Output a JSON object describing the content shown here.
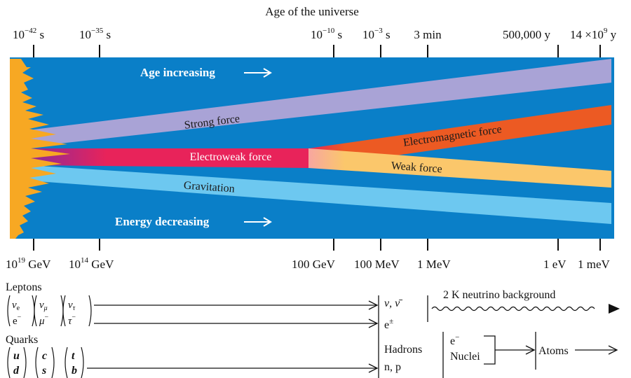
{
  "title": "Age of the universe",
  "top_ticks": [
    {
      "base": "10",
      "exp": "−42",
      "unit": " s"
    },
    {
      "base": "10",
      "exp": "−35",
      "unit": " s"
    },
    {
      "base": "10",
      "exp": "−10",
      "unit": " s"
    },
    {
      "base": "10",
      "exp": "−3",
      "unit": " s"
    },
    {
      "text": "3 min"
    },
    {
      "text": "500,000 y"
    },
    {
      "base": "14 ×10",
      "exp": "9",
      "unit": " y"
    }
  ],
  "bottom_ticks": [
    {
      "base": "10",
      "exp": "19",
      "unit": " GeV"
    },
    {
      "base": "10",
      "exp": "14",
      "unit": " GeV"
    },
    {
      "text": "100 GeV"
    },
    {
      "text": "100 MeV"
    },
    {
      "text": "1 MeV"
    },
    {
      "text": "1 eV"
    },
    {
      "text": "1 meV"
    }
  ],
  "arrows": {
    "age": "Age increasing",
    "energy": "Energy decreasing"
  },
  "bands": {
    "strong": "Strong force",
    "electroweak": "Electroweak force",
    "electromagnetic": "Electromagnetic force",
    "weak": "Weak force",
    "gravitation": "Gravitation"
  },
  "colors": {
    "background": "#0a7fc8",
    "strong": "#a9a3d6",
    "electroweak": "#e8235a",
    "electromagnetic": "#ec5a23",
    "weak": "#fbc76b",
    "gravitation": "#6dc8f0",
    "big_bang": "#f7a823"
  },
  "particles": {
    "leptons_label": "Leptons",
    "quarks_label": "Quarks",
    "lepton_gen1": [
      "ν",
      "e",
      "e",
      "−"
    ],
    "lepton_gen2": [
      "ν",
      "μ",
      "μ",
      "−"
    ],
    "lepton_gen3": [
      "ν",
      "τ",
      "τ",
      "−"
    ],
    "quark_gen1": [
      "u",
      "d"
    ],
    "quark_gen2": [
      "c",
      "s"
    ],
    "quark_gen3": [
      "t",
      "b"
    ]
  },
  "outcomes": {
    "neutrinos": "ν, ν̄",
    "electrons": "e",
    "electrons_sup": "±",
    "hadrons": "Hadrons",
    "np": "n, p",
    "neutrino_bg": "2 K neutrino background",
    "e_minus": "e",
    "e_minus_sup": "−",
    "nuclei": "Nuclei",
    "atoms": "Atoms"
  }
}
